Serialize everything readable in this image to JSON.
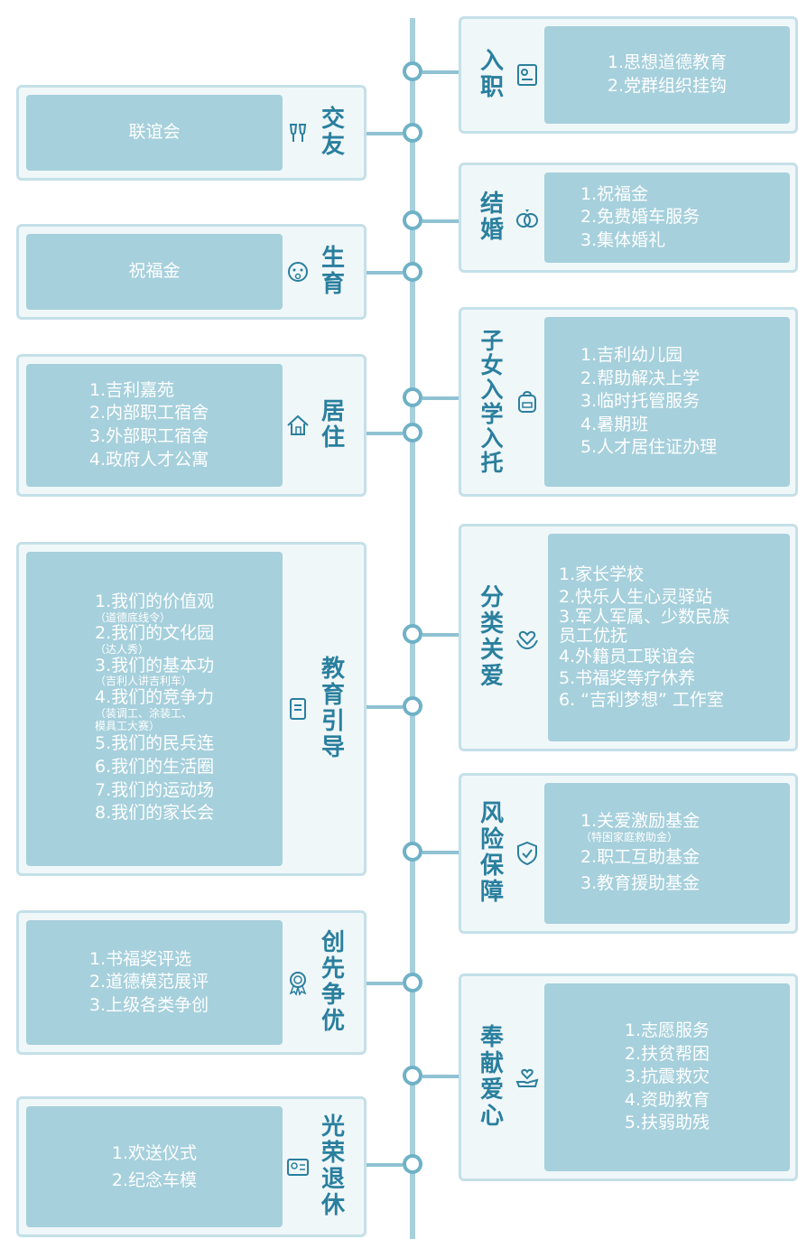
{
  "colors": {
    "accent": "#2a7f9e",
    "panel": "#a6d0dc",
    "frame": "#c4e0e8",
    "line": "#6fb1c7"
  },
  "sections": {
    "ruzhi": {
      "title": [
        "入",
        "职"
      ],
      "icon": "id-card-icon",
      "items": [
        "1.思想道德教育",
        "2.党群组织挂钩"
      ]
    },
    "jiaoyou": {
      "title": [
        "交",
        "友"
      ],
      "icon": "toast-glasses-icon",
      "items": [
        "联谊会"
      ]
    },
    "jiehun": {
      "title": [
        "结",
        "婚"
      ],
      "icon": "wedding-rings-icon",
      "items": [
        "1.祝福金",
        "2.免费婚车服务",
        "3.集体婚礼"
      ]
    },
    "shengyu": {
      "title": [
        "生",
        "育"
      ],
      "icon": "baby-icon",
      "items": [
        "祝福金"
      ]
    },
    "zinv": {
      "title": [
        "子",
        "女",
        "入",
        "学",
        "入",
        "托"
      ],
      "icon": "school-bag-icon",
      "items": [
        "1.吉利幼儿园",
        "2.帮助解决上学",
        "3.临时托管服务",
        "4.暑期班",
        "5.人才居住证办理"
      ]
    },
    "juzhu": {
      "title": [
        "居",
        "住"
      ],
      "icon": "house-icon",
      "items": [
        "1.吉利嘉苑",
        "2.内部职工宿舍",
        "3.外部职工宿舍",
        "4.政府人才公寓"
      ]
    },
    "fenlei": {
      "title": [
        "分",
        "类",
        "关",
        "爱"
      ],
      "icon": "heart-hands-icon",
      "items": [
        "1.家长学校",
        "2.快乐人生心灵驿站",
        "3.军人军属、少数民族",
        "员工优抚",
        "4.外籍员工联谊会",
        "5.书福奖等疗休养",
        "6. “吉利梦想” 工作室"
      ]
    },
    "jiaoyu": {
      "title": [
        "教",
        "育",
        "引",
        "导"
      ],
      "icon": "document-icon",
      "items": [
        {
          "t": "1.我们的价值观",
          "s": "（道德底线令）"
        },
        {
          "t": "2.我们的文化园",
          "s": "（达人秀）"
        },
        {
          "t": "3.我们的基本功",
          "s": "（吉利人讲吉利车）"
        },
        {
          "t": "4.我们的竞争力",
          "s": "（装调工、涂装工、",
          "s2": "模具工大赛）"
        },
        {
          "t": "5.我们的民兵连"
        },
        {
          "t": "6.我们的生活圈"
        },
        {
          "t": "7.我们的运动场"
        },
        {
          "t": "8.我们的家长会"
        }
      ]
    },
    "fengxian": {
      "title": [
        "风",
        "险",
        "保",
        "障"
      ],
      "icon": "shield-check-icon",
      "items": [
        {
          "t": "1.关爱激励基金",
          "s": "（特困家庭救助金）"
        },
        {
          "t": "2.职工互助基金"
        },
        {
          "t": "3.教育援助基金"
        }
      ]
    },
    "chuangxian": {
      "title": [
        "创",
        "先",
        "争",
        "优"
      ],
      "icon": "award-badge-icon",
      "items": [
        "1.书福奖评选",
        "2.道德模范展评",
        "3.上级各类争创"
      ]
    },
    "fengxian2": {
      "title": [
        "奉",
        "献",
        "爱",
        "心"
      ],
      "icon": "hand-heart-icon",
      "items": [
        "1.志愿服务",
        "2.扶贫帮困",
        "3.抗震救灾",
        "4.资助教育",
        "5.扶弱助残"
      ]
    },
    "tuixiu": {
      "title": [
        "光",
        "荣",
        "退",
        "休"
      ],
      "icon": "certificate-icon",
      "items": [
        "1.欢送仪式",
        "2.纪念车模"
      ]
    }
  }
}
